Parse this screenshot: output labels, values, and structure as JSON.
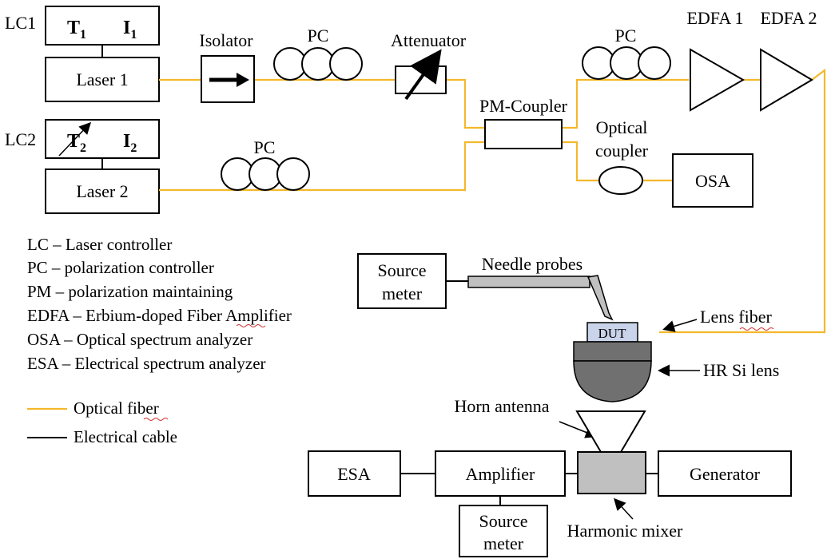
{
  "labels": {
    "lc1": "LC1",
    "lc2": "LC2",
    "t1": "T",
    "t1_sub": "1",
    "i1": "I",
    "i1_sub": "1",
    "t2": "T",
    "t2_sub": "2",
    "i2": "I",
    "i2_sub": "2",
    "laser1": "Laser 1",
    "laser2": "Laser 2",
    "isolator": "Isolator",
    "pc_top": "PC",
    "pc_right": "PC",
    "pc_bottom": "PC",
    "attenuator": "Attenuator",
    "pm_coupler": "PM-Coupler",
    "edfa1": "EDFA 1",
    "edfa2": "EDFA 2",
    "optical_coupler_1": "Optical",
    "optical_coupler_2": "coupler",
    "osa": "OSA",
    "source_meter_1a": "Source",
    "source_meter_1b": "meter",
    "needle_probes": "Needle probes",
    "dut": "DUT",
    "lens_fiber_1": "Lens ",
    "lens_fiber_2": "fiber",
    "hr_si_lens": "HR Si lens",
    "horn_antenna": "Horn antenna",
    "esa": "ESA",
    "amplifier": "Amplifier",
    "generator": "Generator",
    "harmonic_mixer": "Harmonic mixer",
    "source_meter_2a": "Source",
    "source_meter_2b": "meter"
  },
  "legend": {
    "items": [
      "LC – Laser controller",
      "PC – polarization controller",
      "PM – polarization maintaining",
      "EDFA – Erbium-doped ",
      "OSA – Optical spectrum analyzer",
      "ESA – Electrical spectrum analyzer"
    ],
    "edfa_fiber": "Fiber",
    "edfa_amplifier": " Amplifier",
    "optical_fiber_1": "Optical ",
    "optical_fiber_2": "fiber",
    "electrical_cable": "Electrical cable"
  },
  "colors": {
    "optical_fiber": "#f5b82a",
    "electrical_cable": "#000000",
    "component_fill": "#c0c0c0",
    "dut_fill": "#c9d4ea",
    "lens_fill": "#707070"
  }
}
